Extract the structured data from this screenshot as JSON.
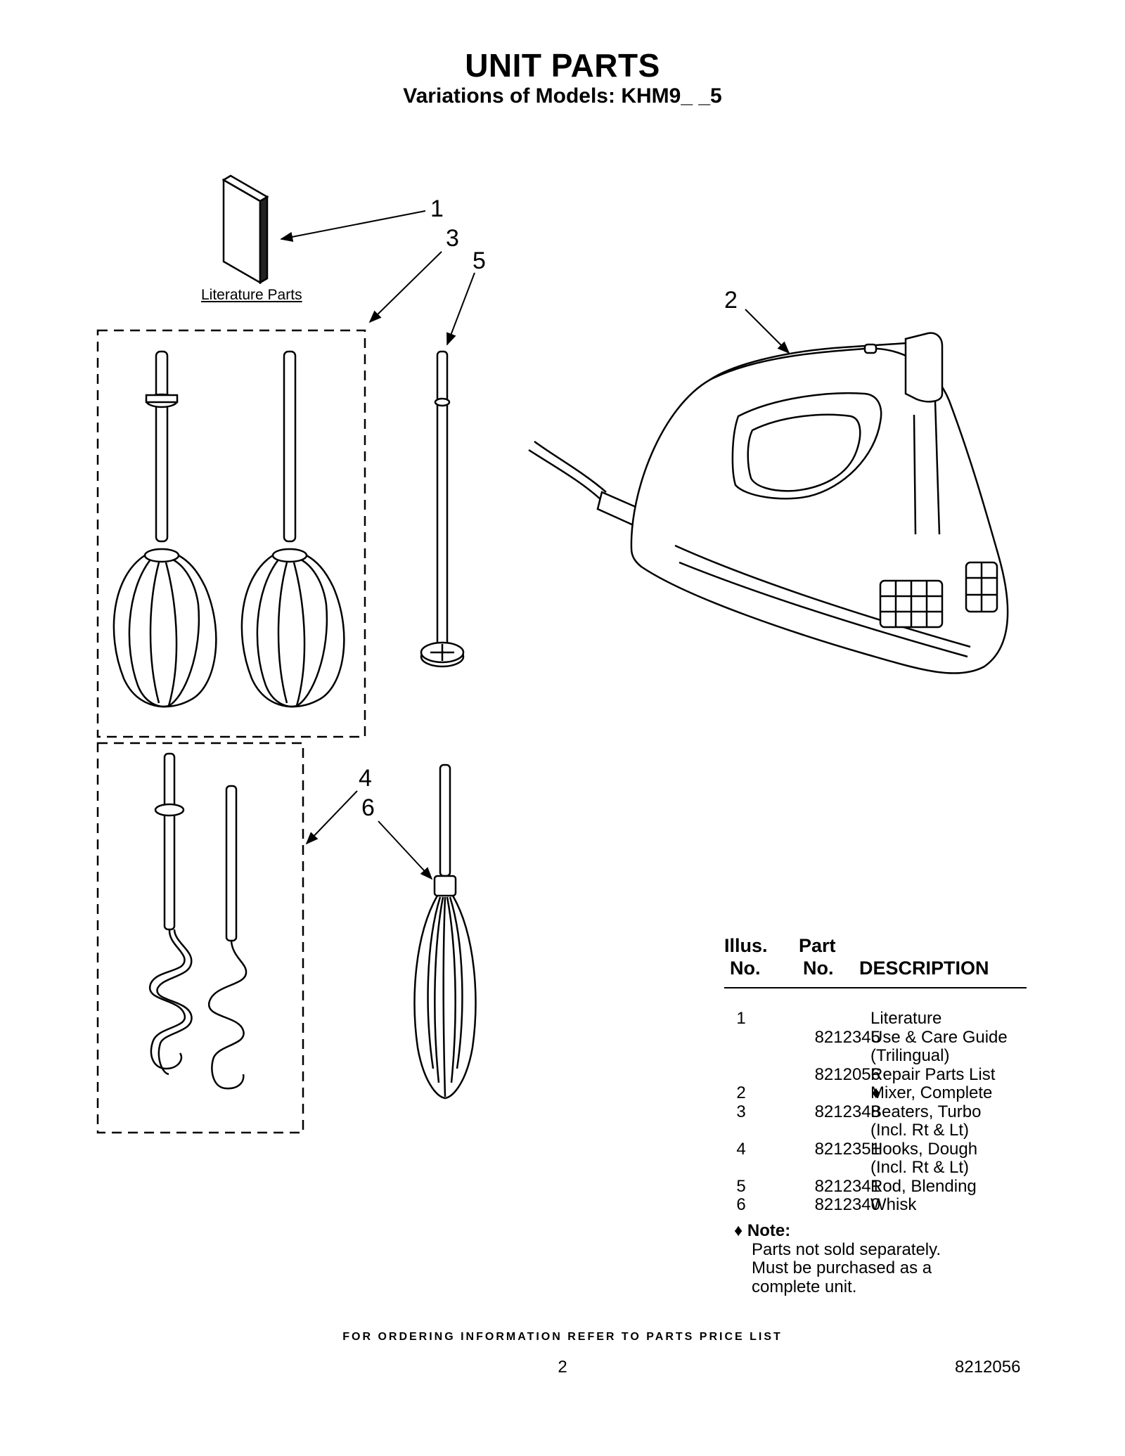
{
  "header": {
    "title": "UNIT PARTS",
    "subtitle": "Variations of Models: KHM9_ _5"
  },
  "diagram": {
    "literature_label": "Literature Parts",
    "callouts": [
      "1",
      "2",
      "3",
      "4",
      "5",
      "6"
    ]
  },
  "table": {
    "col1_line1": "Illus.",
    "col1_line2": "No.",
    "col2_line1": "Part",
    "col2_line2": "No.",
    "col3": "DESCRIPTION",
    "rows": [
      {
        "illus": "1",
        "part": "",
        "desc": "Literature"
      },
      {
        "illus": "",
        "part": "8212345",
        "desc": "Use & Care Guide"
      },
      {
        "illus": "",
        "part": "",
        "desc": "(Trilingual)"
      },
      {
        "illus": "",
        "part": "8212056",
        "desc": "Repair Parts List"
      },
      {
        "illus": "2",
        "part": "♦",
        "desc": "Mixer, Complete"
      },
      {
        "illus": "3",
        "part": "8212348",
        "desc": "Beaters, Turbo"
      },
      {
        "illus": "",
        "part": "",
        "desc": "(Incl. Rt & Lt)"
      },
      {
        "illus": "4",
        "part": "8212351",
        "desc": "Hooks, Dough"
      },
      {
        "illus": "",
        "part": "",
        "desc": "(Incl. Rt & Lt)"
      },
      {
        "illus": "5",
        "part": "8212341",
        "desc": "Rod, Blending"
      },
      {
        "illus": "6",
        "part": "8212340",
        "desc": "Whisk"
      }
    ]
  },
  "note": {
    "heading": "♦ Note:",
    "lines": [
      "Parts not sold separately.",
      "Must be purchased as a",
      "complete unit."
    ]
  },
  "footer": {
    "ordering": "FOR ORDERING INFORMATION REFER TO PARTS PRICE LIST",
    "page": "2",
    "doc_number": "8212056"
  }
}
